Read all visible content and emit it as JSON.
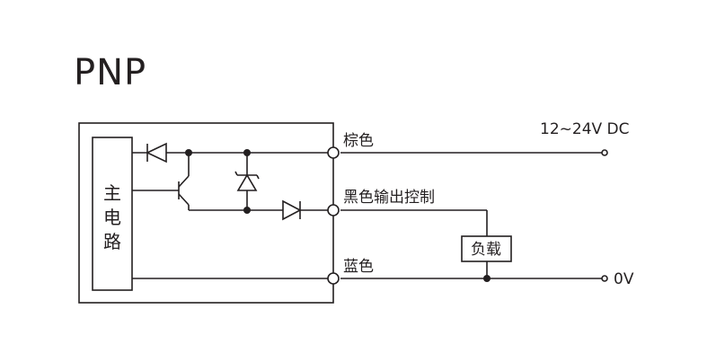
{
  "title": "PNP",
  "main_circuit": {
    "chars": [
      "主",
      "电",
      "路"
    ]
  },
  "wires": {
    "brown": "棕色",
    "black": "黑色输出控制",
    "blue": "蓝色"
  },
  "supply": {
    "positive": "12~24V DC",
    "negative": "0V"
  },
  "load": "负载",
  "colors": {
    "line": "#231f20",
    "background": "#ffffff"
  }
}
